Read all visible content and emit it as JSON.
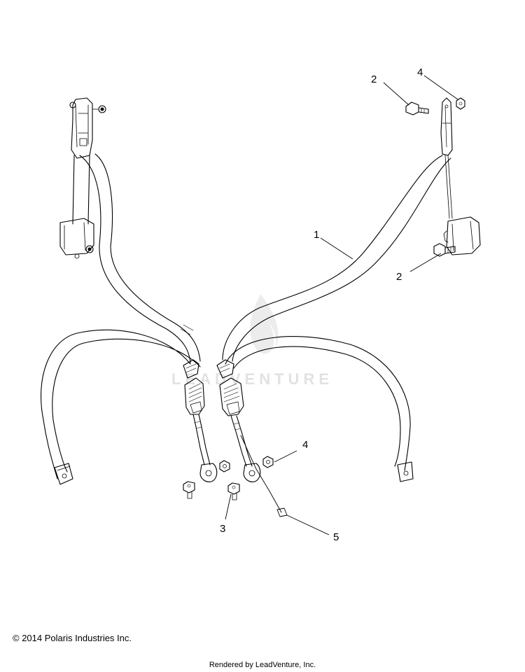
{
  "diagram": {
    "callouts": {
      "c1": "1",
      "c2a": "2",
      "c2b": "2",
      "c3": "3",
      "c4a": "4",
      "c4b": "4",
      "c5": "5"
    },
    "watermark": "LEADVENTURE"
  },
  "footer": {
    "copyright": "© 2014 Polaris Industries Inc.",
    "rendered_by": "Rendered by LeadVenture, Inc."
  }
}
